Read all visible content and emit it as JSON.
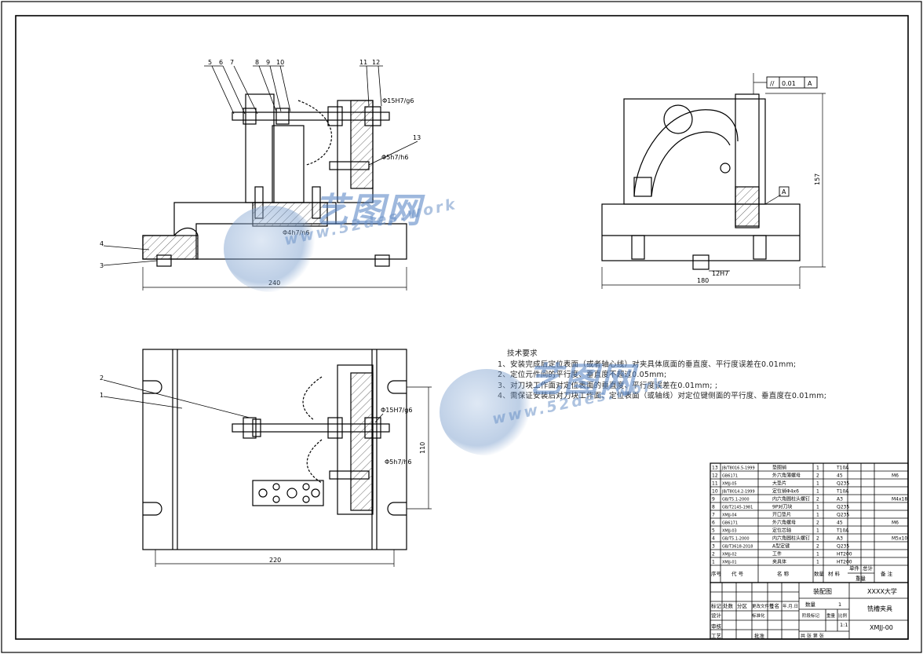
{
  "watermark": {
    "brand": "艺图网",
    "url": "www.52des.work",
    "brand_2": "艺图网",
    "url_2": "www.52des.work"
  },
  "tech_notes": {
    "title": "技术要求",
    "items": [
      "1、安装完成后定位表面（或者轴心线）对夹具体底面的垂直度、平行度误差在0.01mm;",
      "2、定位元件间的平行度、垂直度不超过0.05mm;",
      "3、对刀块工作面对定位表面的垂直度、平行度误差在0.01mm; ;",
      "4、需保证安装后对刀块工作面、定位表面（或轴线）对定位键侧面的平行度、垂直度在0.01mm;"
    ]
  },
  "front_view": {
    "balloons": [
      "5",
      "6",
      "7",
      "8",
      "9",
      "10",
      "11",
      "12",
      "13",
      "4",
      "3"
    ],
    "fit_labels": [
      "Φ15H7/g6",
      "Φ5h7/h6",
      "Φ4h7/n6"
    ],
    "dim_width": "240"
  },
  "side_view": {
    "tolerance_symbol": "//",
    "tolerance_value": "0.01",
    "datum": "A",
    "datum_tag": "A",
    "dim_height": "157",
    "dim_width": "180",
    "key_fit": "12H7"
  },
  "top_view": {
    "balloons": [
      "2",
      "1"
    ],
    "fit_labels": [
      "Φ15H7/g6",
      "Φ5h7/h6"
    ],
    "dim_width": "220",
    "dim_height": "110"
  },
  "bom": {
    "rows": [
      {
        "no": "13",
        "code": "JB/T8016.5-1999",
        "name": "垫圈销",
        "qty": "1",
        "material": "T10A",
        "note": ""
      },
      {
        "no": "12",
        "code": "GB6171",
        "name": "外六角薄螺母",
        "qty": "2",
        "material": "45",
        "note": "M6"
      },
      {
        "no": "11",
        "code": "XMJJ-05",
        "name": "大垫片",
        "qty": "1",
        "material": "Q235",
        "note": ""
      },
      {
        "no": "10",
        "code": "JB/T8014.2-1999",
        "name": "定位销Φ4x6",
        "qty": "1",
        "material": "T10A",
        "note": ""
      },
      {
        "no": "9",
        "code": "GB/T5.1-2000",
        "name": "内六角圆柱头螺钉",
        "qty": "2",
        "material": "A3",
        "note": "M4x18"
      },
      {
        "no": "8",
        "code": "GB/T2145-1981",
        "name": "9P对刀块",
        "qty": "1",
        "material": "Q235",
        "note": ""
      },
      {
        "no": "7",
        "code": "XMJJ-04",
        "name": "开口垫片",
        "qty": "1",
        "material": "Q235",
        "note": ""
      },
      {
        "no": "6",
        "code": "GB6171",
        "name": "外六角螺母",
        "qty": "2",
        "material": "45",
        "note": "M6"
      },
      {
        "no": "5",
        "code": "XMJJ-03",
        "name": "定位芯轴",
        "qty": "1",
        "material": "T10A",
        "note": ""
      },
      {
        "no": "4",
        "code": "GB/T5.1-2000",
        "name": "内六角圆柱头螺钉",
        "qty": "2",
        "material": "A3",
        "note": "M5x10"
      },
      {
        "no": "3",
        "code": "GB/T3618-2018",
        "name": "A型定键",
        "qty": "2",
        "material": "Q235",
        "note": ""
      },
      {
        "no": "2",
        "code": "XMJJ-02",
        "name": "工件",
        "qty": "1",
        "material": "HT200",
        "note": ""
      },
      {
        "no": "1",
        "code": "XMJJ-01",
        "name": "夹具体",
        "qty": "1",
        "material": "HT200",
        "note": ""
      }
    ],
    "header": {
      "no": "序号",
      "code": "代 号",
      "name": "名 称",
      "qty": "数量",
      "material": "材 料",
      "single": "单件",
      "total": "总计",
      "weight": "重量",
      "note": "备 注"
    }
  },
  "title_block": {
    "drawing_name": "装配图",
    "school": "XXXX大学",
    "quantity_label": "数量",
    "quantity_value": "1",
    "part_name": "铣槽夹具",
    "stage_label": "阶段标记",
    "weight_label": "重量",
    "scale_label": "比例",
    "scale_value": "1:1",
    "drawing_no": "XMJJ-00",
    "rev_label": "标记",
    "count_label": "处数",
    "zone_label": "分区",
    "change_label": "更改文件号",
    "sign_label": "签名",
    "date_label": "年.月.日",
    "design_label": "设计",
    "std_label": "标准化",
    "review_label": "审核",
    "craft_label": "工艺",
    "approve_label": "批准",
    "sheets_label": "共 张 第 张"
  }
}
